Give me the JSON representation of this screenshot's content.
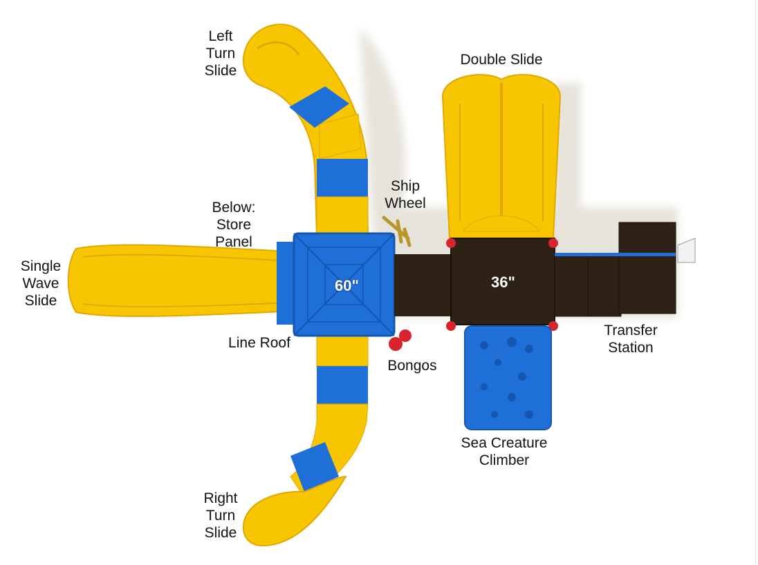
{
  "colors": {
    "slide_yellow": "#f7c600",
    "slide_yellow_dark": "#e0a800",
    "panel_blue": "#1f6fd8",
    "panel_blue_dark": "#1456b0",
    "deck_brown": "#2e2115",
    "accent_red": "#d9242c"
  },
  "deck_heights": {
    "roof_deck": "60\"",
    "main_deck": "36\""
  },
  "labels": {
    "left_turn_slide": [
      "Left",
      "Turn",
      "Slide"
    ],
    "double_slide": [
      "Double Slide"
    ],
    "ship_wheel": [
      "Ship",
      "Wheel"
    ],
    "store_panel": [
      "Below:",
      "Store",
      "Panel"
    ],
    "single_wave_slide": [
      "Single",
      "Wave",
      "Slide"
    ],
    "line_roof": [
      "Line Roof"
    ],
    "bongos": [
      "Bongos"
    ],
    "transfer_station": [
      "Transfer",
      "Station"
    ],
    "sea_creature_climber": [
      "Sea Creature",
      "Climber"
    ],
    "right_turn_slide": [
      "Right",
      "Turn",
      "Slide"
    ]
  }
}
